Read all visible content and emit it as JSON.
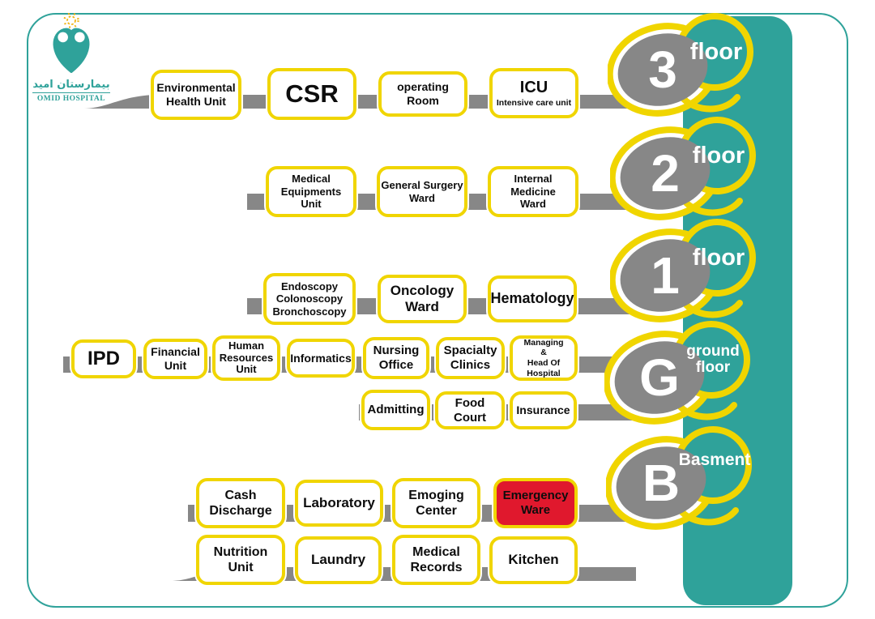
{
  "logo": {
    "name_fa": "بیمارستان امید",
    "name_en": "OMID HOSPITAL"
  },
  "colors": {
    "teal": "#2fa29a",
    "yellow": "#f0d500",
    "gray": "#878787",
    "red": "#e0182d"
  },
  "floors": [
    {
      "id": "floor-3",
      "number": "3",
      "label": "floor",
      "rows": [
        [
          {
            "name": "Environmental\nHealth Unit"
          },
          {
            "name": "CSR"
          },
          {
            "name": "operating Room"
          },
          {
            "name": "ICU",
            "subtitle": "Intensive care unit"
          }
        ]
      ]
    },
    {
      "id": "floor-2",
      "number": "2",
      "label": "floor",
      "rows": [
        [
          {
            "name": "Medical Equipments\nUnit"
          },
          {
            "name": "General Surgery\nWard"
          },
          {
            "name": "Internal Medicine\nWard"
          }
        ]
      ]
    },
    {
      "id": "floor-1",
      "number": "1",
      "label": "floor",
      "rows": [
        [
          {
            "name": "Endoscopy\nColonoscopy\nBronchoscopy"
          },
          {
            "name": "Oncology\nWard"
          },
          {
            "name": "Hematology"
          }
        ]
      ]
    },
    {
      "id": "ground-floor",
      "number": "G",
      "label": "ground\nfloor",
      "rows": [
        [
          {
            "name": "IPD"
          },
          {
            "name": "Financial\nUnit"
          },
          {
            "name": "Human\nResources\nUnit"
          },
          {
            "name": "Informatics"
          },
          {
            "name": "Nursing\nOffice"
          },
          {
            "name": "Spacialty\nClinics"
          },
          {
            "name": "Managing\n&\nHead Of Hospital"
          }
        ],
        [
          {
            "name": "Admitting"
          },
          {
            "name": "Food Court"
          },
          {
            "name": "Insurance"
          }
        ]
      ]
    },
    {
      "id": "basement",
      "number": "B",
      "label": "Basment",
      "rows": [
        [
          {
            "name": "Cash\nDischarge"
          },
          {
            "name": "Laboratory"
          },
          {
            "name": "Emoging\nCenter"
          },
          {
            "name": "Emergency\nWare",
            "highlight": "red"
          }
        ],
        [
          {
            "name": "Nutrition\nUnit"
          },
          {
            "name": "Laundry"
          },
          {
            "name": "Medical\nRecords"
          },
          {
            "name": "Kitchen"
          }
        ]
      ]
    }
  ]
}
